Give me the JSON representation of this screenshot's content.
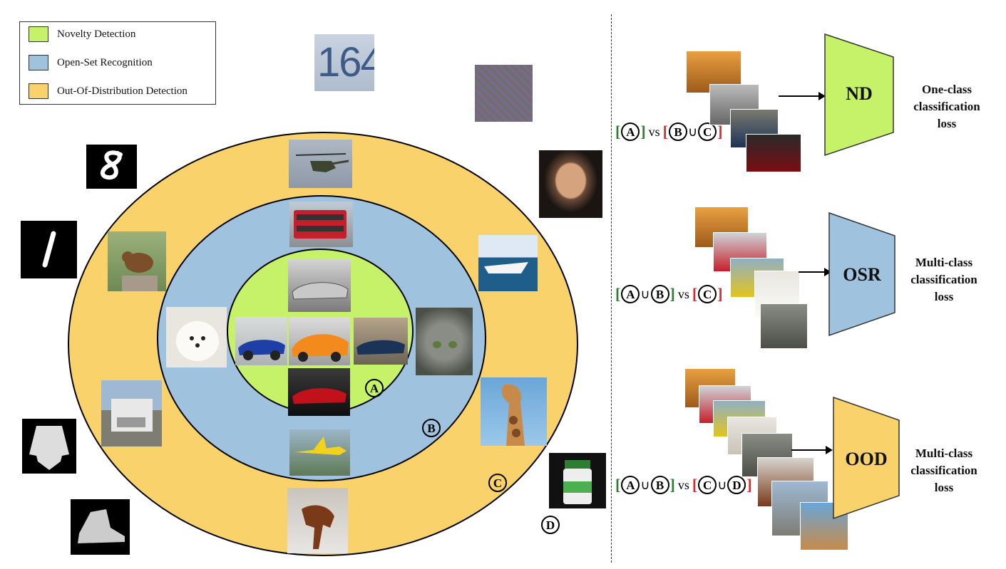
{
  "legend": {
    "items": [
      {
        "label": "Novelty Detection",
        "color": "#c6f26a"
      },
      {
        "label": "Open-Set Recognition",
        "color": "#9fc3df"
      },
      {
        "label": "Out-Of-Distribution Detection",
        "color": "#f9d26b"
      }
    ]
  },
  "circle_labels": {
    "a": "A",
    "b": "B",
    "c": "C",
    "d": "D"
  },
  "colors": {
    "nd": "#c6f26a",
    "osr": "#9fc3df",
    "ood": "#f9d26b"
  },
  "models": [
    {
      "name": "ND",
      "loss": [
        "One-class",
        "classification",
        "loss"
      ],
      "color": "#c6f26a"
    },
    {
      "name": "OSR",
      "loss": [
        "Multi-class",
        "classification",
        "loss"
      ],
      "color": "#9fc3df"
    },
    {
      "name": "OOD",
      "loss": [
        "Multi-class",
        "classification",
        "loss"
      ],
      "color": "#f9d26b"
    }
  ],
  "expressions": {
    "vs": "vs",
    "cup": "∪",
    "open_bracket": "[",
    "close_bracket": "]"
  },
  "icons": {
    "digit_8": "mnist-eight-icon",
    "digit_1": "mnist-one-icon",
    "svhn": "svhn-164",
    "noise": "noise-image",
    "face": "face-photo"
  },
  "svhn_text": "164"
}
